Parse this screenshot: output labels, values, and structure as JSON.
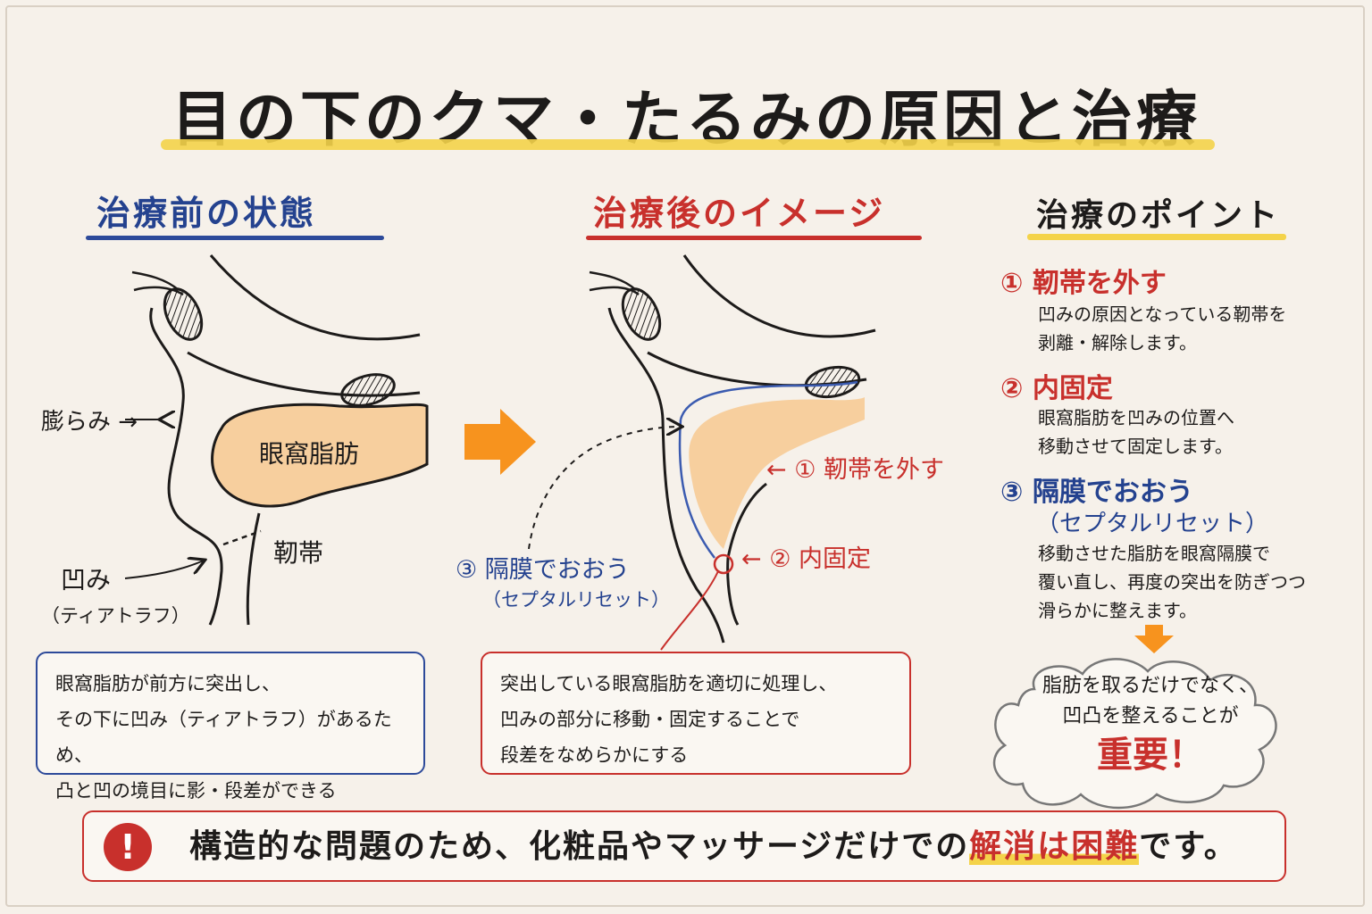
{
  "title": "目の下のクマ・たるみの原因と治療",
  "sections": {
    "before": "治療前の状態",
    "after": "治療後のイメージ",
    "points": "治療のポイント"
  },
  "before_labels": {
    "bulge": "膨らみ →",
    "fat": "眼窩脂肪",
    "ligament": "靭帯",
    "hollow": "凹み",
    "hollow_sub": "（ティアトラフ）"
  },
  "after_labels": {
    "release": "← ① 靭帯を外す",
    "fix": "← ② 内固定",
    "septal": "③ 隔膜でおおう",
    "septal_sub": "（セプタルリセット）"
  },
  "before_box": {
    "line1": "眼窩脂肪が前方に突出し、",
    "line2": "その下に凹み（ティアトラフ）があるため、",
    "line3": "凸と凹の境目に影・段差ができる"
  },
  "after_box": {
    "line1": "突出している眼窩脂肪を適切に処理し、",
    "line2": "凹みの部分に移動・固定することで",
    "line3": "段差をなめらかにする"
  },
  "points": [
    {
      "head": "① 靭帯を外す",
      "body1": "凹みの原因となっている靭帯を",
      "body2": "剥離・解除します。"
    },
    {
      "head": "② 内固定",
      "body1": "眼窩脂肪を凹みの位置へ",
      "body2": "移動させて固定します。"
    },
    {
      "head": "③ 隔膜でおおう",
      "sub": "（セプタルリセット）",
      "body1": "移動させた脂肪を眼窩隔膜で",
      "body2": "覆い直し、再度の突出を防ぎつつ",
      "body3": "滑らかに整えます。"
    }
  ],
  "cloud": {
    "line1": "脂肪を取るだけでなく、",
    "line2": "凹凸を整えることが",
    "emph": "重要！"
  },
  "bottom": {
    "icon": "!",
    "text_pre": "構造的な問題のため、化粧品やマッサージだけでの",
    "text_emph": "解消は困難",
    "text_post": "です。"
  },
  "colors": {
    "accent_red": "#c8302c",
    "accent_blue": "#24428f",
    "highlight_yellow": "#f4d34a",
    "fat_fill": "#f7cf9e",
    "arrow_orange": "#f7931e"
  }
}
